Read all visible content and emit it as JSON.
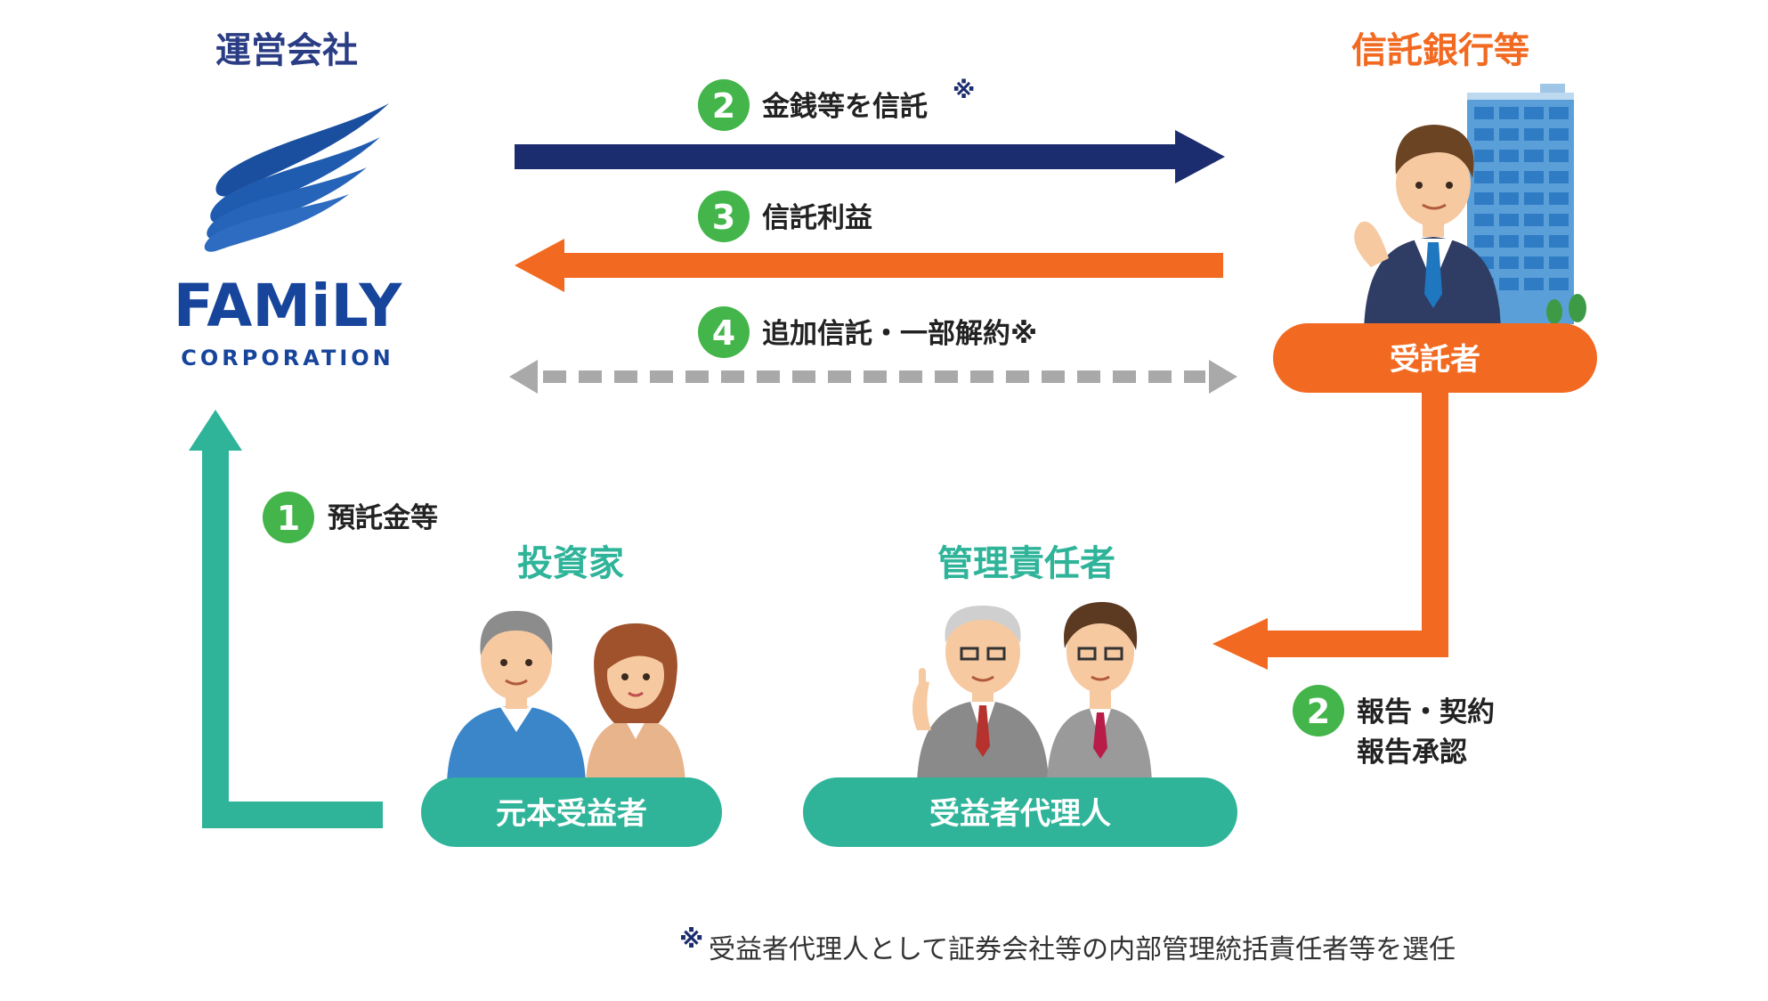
{
  "operator": {
    "heading": "運営会社",
    "logo_word": "FAMiLY",
    "logo_sub": "CORPORATION"
  },
  "trust_bank": {
    "heading": "信託銀行等",
    "role_pill": "受託者"
  },
  "investor": {
    "heading": "投資家",
    "role_pill": "元本受益者"
  },
  "manager": {
    "heading": "管理責任者",
    "role_pill": "受益者代理人"
  },
  "flows": {
    "entrust_money": {
      "number": "2",
      "label": "金銭等を信託",
      "mark": "※"
    },
    "trust_profit": {
      "number": "3",
      "label": "信託利益"
    },
    "additional_trust": {
      "number": "4",
      "label": "追加信託・一部解約※"
    },
    "deposit": {
      "number": "1",
      "label": "預託金等"
    },
    "report": {
      "number": "2",
      "line1": "報告・契約",
      "line2": "報告承認"
    }
  },
  "footnote": {
    "mark": "※",
    "text": "受益者代理人として証券会社等の内部管理統括責任者等を選任"
  },
  "colors": {
    "navy": "#1c2d6f",
    "orange": "#f26a21",
    "teal": "#2fb49a",
    "green": "#43b54a",
    "gray": "#a9a9a9",
    "heading_blue": "#2a3d84",
    "logo_blue": "#17459c"
  }
}
